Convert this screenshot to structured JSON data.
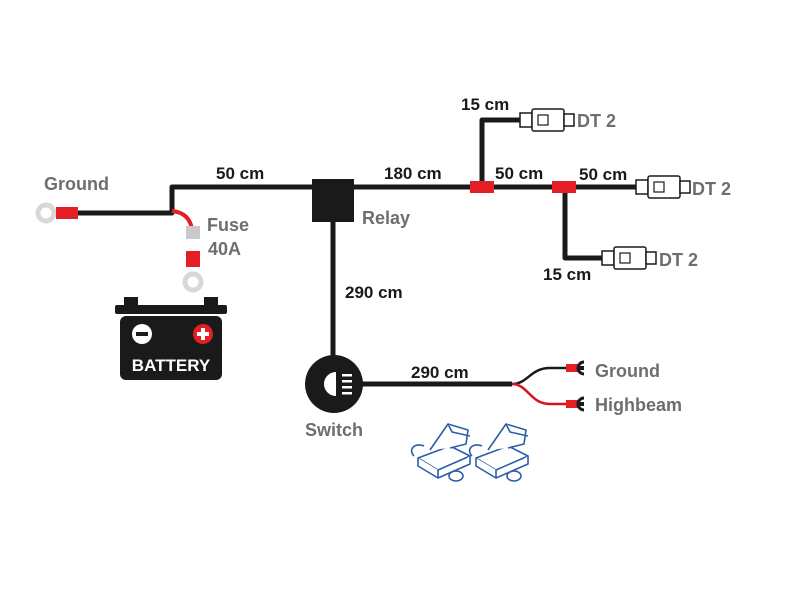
{
  "labels": {
    "ground_left": "Ground",
    "fuse": "Fuse",
    "fuse_rating": "40A",
    "battery": "BATTERY",
    "relay": "Relay",
    "switch": "Switch",
    "ground_right": "Ground",
    "highbeam": "Highbeam",
    "dt_top": "DT 2",
    "dt_mid": "DT 2",
    "dt_low": "DT 2"
  },
  "lengths": {
    "ground_to_relay": "50 cm",
    "relay_to_split": "180 cm",
    "split_to_split": "50 cm",
    "split_to_dt_mid": "50 cm",
    "branch_top": "15 cm",
    "branch_low": "15 cm",
    "relay_to_switch": "290 cm",
    "switch_to_outputs": "290 cm"
  },
  "colors": {
    "wire": "#1a1a1a",
    "red": "#e31e24",
    "label_grey": "#6d6e70",
    "tap_blue": "#2c5ea8"
  },
  "icons": [
    "ring-terminal-icon",
    "fuse-icon",
    "battery-icon",
    "relay-icon",
    "switch-icon",
    "dt-connector-icon",
    "scotchlok-connector-icon"
  ]
}
